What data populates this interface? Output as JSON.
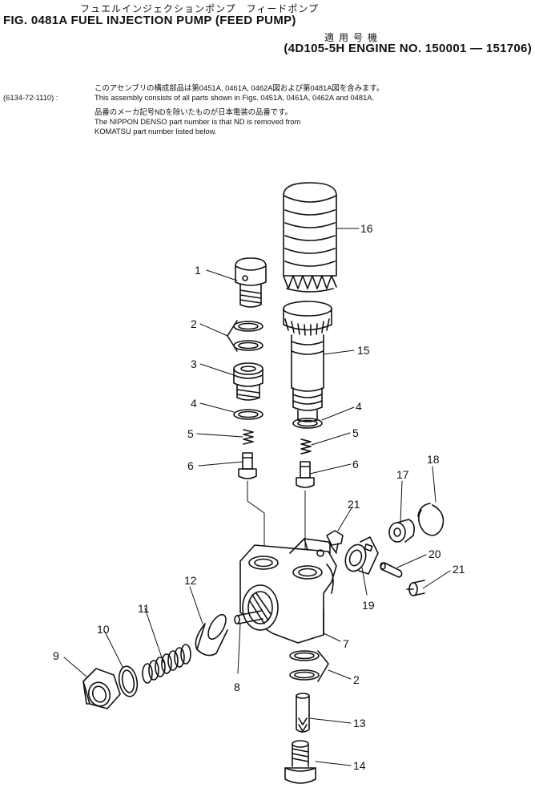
{
  "header": {
    "jp_title": "フュエルインジェクションポンプ　フィードポンプ",
    "figure_title": "FIG. 0481A  FUEL INJECTION PUMP (FEED PUMP)",
    "applicability_label": "適用号機",
    "engine_range": "(4D105-5H ENGINE NO. 150001 — 151706)"
  },
  "notes": {
    "assembly_code": "(6134-72-1110) :",
    "jp_line_1": "このアセンブリの構成部品は第0451A, 0461A, 0462A図および第0481A図を含みます。",
    "en_line_1": "This assembly consists of all parts shown in Figs. 0451A, 0461A, 0462A and 0481A.",
    "jp_line_2": "品番のメーカ記号NDを除いたものが日本電装の品番です。",
    "en_line_2": "The NIPPON DENSO part number is that ND is removed from",
    "en_line_3": "KOMATSU part number listed below."
  },
  "callouts": [
    {
      "id": "callout-1",
      "label": "1"
    },
    {
      "id": "callout-2-upper",
      "label": "2"
    },
    {
      "id": "callout-3",
      "label": "3"
    },
    {
      "id": "callout-4-left",
      "label": "4"
    },
    {
      "id": "callout-5-left",
      "label": "5"
    },
    {
      "id": "callout-6-left",
      "label": "6"
    },
    {
      "id": "callout-16",
      "label": "16"
    },
    {
      "id": "callout-15",
      "label": "15"
    },
    {
      "id": "callout-4-right",
      "label": "4"
    },
    {
      "id": "callout-5-right",
      "label": "5"
    },
    {
      "id": "callout-6-right",
      "label": "6"
    },
    {
      "id": "callout-18",
      "label": "18"
    },
    {
      "id": "callout-17",
      "label": "17"
    },
    {
      "id": "callout-21-upper",
      "label": "21"
    },
    {
      "id": "callout-20",
      "label": "20"
    },
    {
      "id": "callout-21-lower",
      "label": "21"
    },
    {
      "id": "callout-19",
      "label": "19"
    },
    {
      "id": "callout-12",
      "label": "12"
    },
    {
      "id": "callout-11",
      "label": "11"
    },
    {
      "id": "callout-10",
      "label": "10"
    },
    {
      "id": "callout-9",
      "label": "9"
    },
    {
      "id": "callout-7",
      "label": "7"
    },
    {
      "id": "callout-8",
      "label": "8"
    },
    {
      "id": "callout-2-lower",
      "label": "2"
    },
    {
      "id": "callout-13",
      "label": "13"
    },
    {
      "id": "callout-14",
      "label": "14"
    }
  ]
}
